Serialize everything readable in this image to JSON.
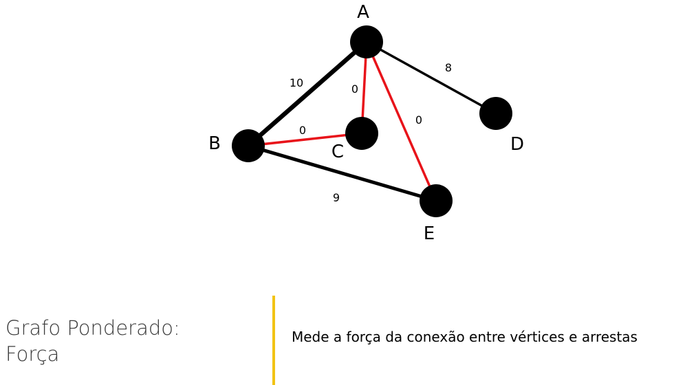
{
  "graph": {
    "nodes": [
      {
        "id": "A",
        "label": "A"
      },
      {
        "id": "B",
        "label": "B"
      },
      {
        "id": "C",
        "label": "C"
      },
      {
        "id": "D",
        "label": "D"
      },
      {
        "id": "E",
        "label": "E"
      }
    ],
    "edges": [
      {
        "from": "A",
        "to": "B",
        "weight": "10",
        "style": "thick",
        "color": "#000000"
      },
      {
        "from": "A",
        "to": "C",
        "weight": "0",
        "style": "thin",
        "color": "#e8131a"
      },
      {
        "from": "A",
        "to": "E",
        "weight": "0",
        "style": "thin",
        "color": "#e8131a"
      },
      {
        "from": "A",
        "to": "D",
        "weight": "8",
        "style": "thin",
        "color": "#000000"
      },
      {
        "from": "B",
        "to": "C",
        "weight": "0",
        "style": "thin",
        "color": "#e8131a"
      },
      {
        "from": "B",
        "to": "E",
        "weight": "9",
        "style": "medium",
        "color": "#000000"
      }
    ],
    "node_color": "#000000"
  },
  "title": {
    "line1": "Grafo Ponderado:",
    "line2": "Força"
  },
  "description": "Mede a força da conexão entre vértices e arrestas",
  "divider_color": "#f2c314"
}
